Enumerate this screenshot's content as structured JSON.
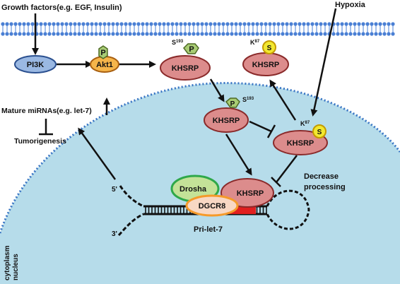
{
  "labels": {
    "growth_factors": "Growth factors(e.g. EGF, Insulin)",
    "hypoxia": "Hypoxia",
    "pi3k": "PI3K",
    "akt1": "Akt1",
    "phospho": "P",
    "sumo": "S",
    "khsrp": "KHSRP",
    "s193": "S",
    "s193_sup": "193",
    "k87": "K",
    "k87_sup": "87",
    "mature_mirnas": "Mature miRNAs(e.g. let-7)",
    "tumorigenesis": "Tumorigenesis",
    "decrease_processing_1": "Decrease",
    "decrease_processing_2": "processing",
    "drosha": "Drosha",
    "dgcr8": "DGCR8",
    "pri_let7": "Pri-let-7",
    "five_prime": "5'",
    "three_prime": "3'",
    "cytoplasm": "cytoplasm",
    "nucleus": "nucleus"
  },
  "colors": {
    "membrane": "#4a7fd4",
    "nucleus_fill": "#b6dcea",
    "nucleus_border": "#3a76c4",
    "pi3k": "#9ab8e2",
    "akt1": "#f5b54a",
    "khsrp": "#dc8c8c",
    "khsrp_border": "#8a2a2a",
    "phospho": "#a8cc74",
    "sumo": "#f2e830",
    "drosha": "#c4e298",
    "dgcr8": "#f8d8c4",
    "cleavage": "#e02020"
  }
}
